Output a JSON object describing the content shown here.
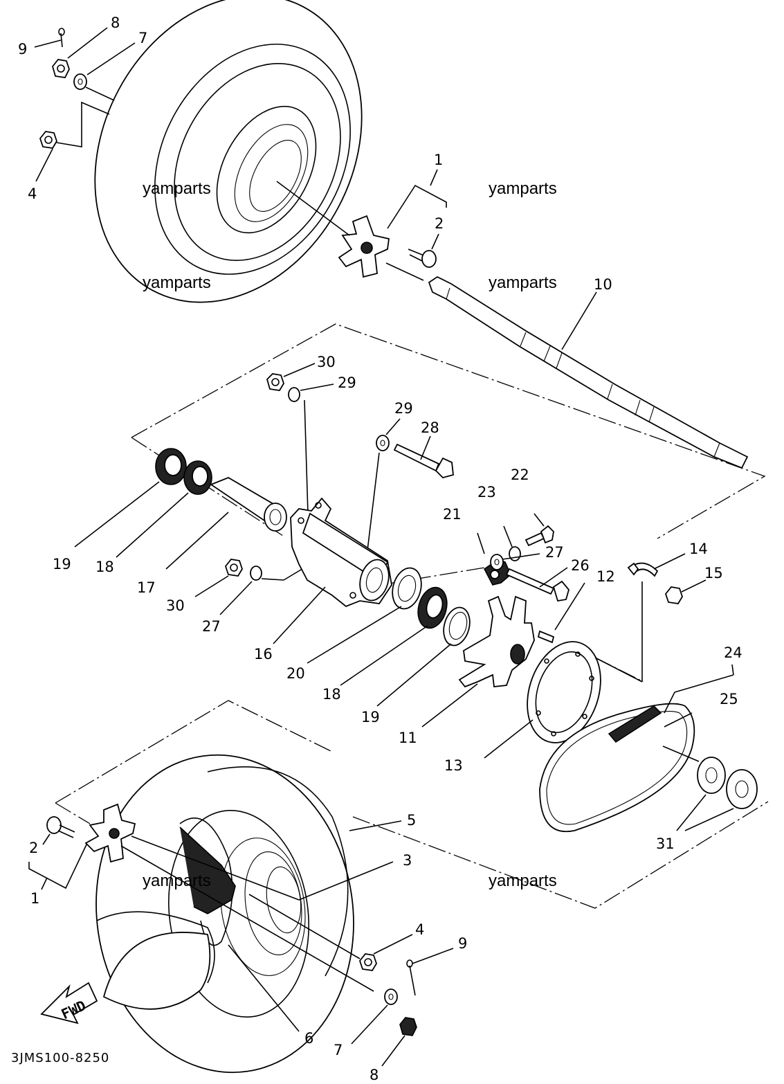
{
  "diagram_code": "3JMS100-8250",
  "watermark": "yamparts",
  "fwd_label": "FWD",
  "callouts": {
    "c1_top": "1",
    "c2_top": "2",
    "c4_top": "4",
    "c7_top": "7",
    "c8_top": "8",
    "c9_top": "9",
    "c10": "10",
    "c11": "11",
    "c12": "12",
    "c13": "13",
    "c14": "14",
    "c15": "15",
    "c16": "16",
    "c17": "17",
    "c18_left": "18",
    "c18_mid": "18",
    "c19_left": "19",
    "c19_mid": "19",
    "c20": "20",
    "c21": "21",
    "c22": "22",
    "c23": "23",
    "c24": "24",
    "c25": "25",
    "c26": "26",
    "c27_right": "27",
    "c27_left": "27",
    "c28": "28",
    "c29_top": "29",
    "c29_mid": "29",
    "c30_top": "30",
    "c30_left": "30",
    "c31": "31",
    "c1_bot": "1",
    "c2_bot": "2",
    "c3": "3",
    "c4_bot": "4",
    "c5": "5",
    "c6": "6",
    "c7_bot": "7",
    "c8_bot": "8",
    "c9_bot": "9"
  }
}
